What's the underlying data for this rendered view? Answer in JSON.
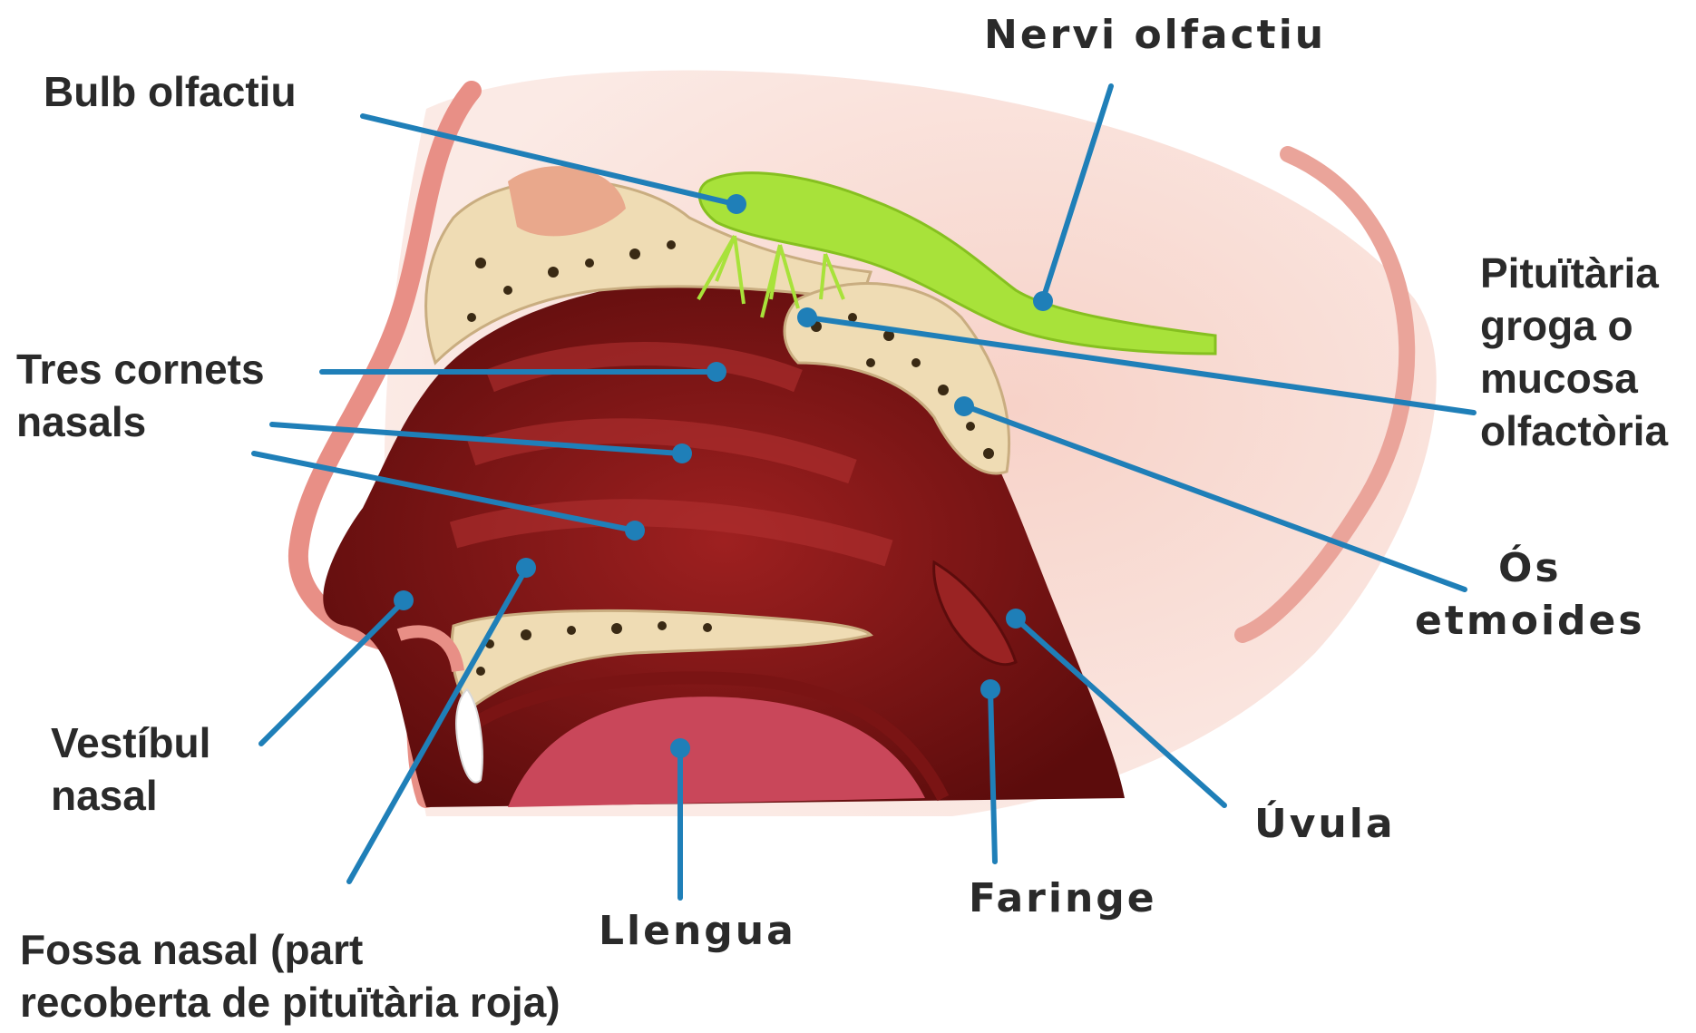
{
  "labels": {
    "bulb_olfactiu": "Bulb olfactiu",
    "nervi_olfactiu": "Nervi olfactiu",
    "pituitaria_groga": "Pituïtària\ngroga o\nmucosa\nolfactòria",
    "tres_cornets": "Tres cornets\nnasals",
    "os_etmoides": "Ós\netmoides",
    "vestibul_nasal": "Vestíbul\nnasal",
    "uvula": "Úvula",
    "faringe": "Faringe",
    "llengua": "Llengua",
    "fossa_nasal": "Fossa nasal (part\nrecoberta de pituïtària roja)"
  },
  "colors": {
    "pointer": "#1f7fb8",
    "nasal_cavity": "#7a1414",
    "skin": "#f4c9bf",
    "bone": "#efdcb4",
    "olfactory_nerve": "#a8e23a",
    "tongue": "#c9475a"
  }
}
